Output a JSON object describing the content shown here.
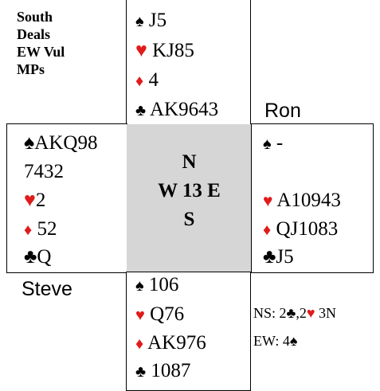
{
  "deal_info": {
    "dealer": "South",
    "line2": "Deals",
    "vulnerability": "EW Vul",
    "scoring": "MPs"
  },
  "board": {
    "north_label": "N",
    "middle_label": "W 13 E",
    "south_label": "S"
  },
  "players": {
    "east_name": "Ron",
    "west_name": "Steve"
  },
  "suit_symbols": {
    "spades": "♠",
    "hearts": "♥",
    "diamonds": "♦",
    "clubs": "♣"
  },
  "colors": {
    "red_suit": "#e01b1b",
    "black_suit": "#000000",
    "center_box": "#d6d6d6"
  },
  "hands": {
    "north": {
      "spades": "J5",
      "hearts": "KJ85",
      "diamonds": "4",
      "clubs": "AK9643"
    },
    "west": {
      "spades_line1": "AKQ98",
      "spades_line2": "7432",
      "hearts": "2",
      "diamonds": "52",
      "clubs": "Q"
    },
    "east": {
      "spades": "-",
      "hearts": "A10943",
      "diamonds": "QJ1083",
      "clubs": "J5"
    },
    "south": {
      "spades": "106",
      "hearts": "Q76",
      "diamonds": "AK976",
      "clubs": "1087"
    }
  },
  "par": {
    "ns_prefix": "NS: 2",
    "ns_sep": ",2",
    "ns_suffix": " 3N",
    "ew_prefix": "EW: 4"
  }
}
